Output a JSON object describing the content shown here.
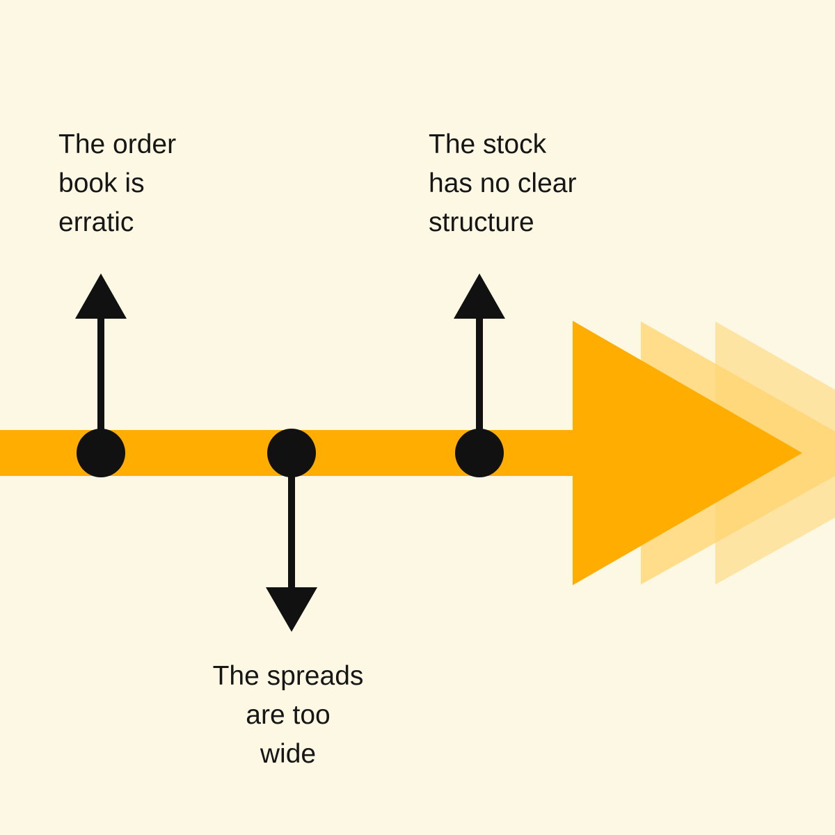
{
  "colors": {
    "background": "#FDF8E4",
    "timeline": "#FFAD00",
    "chevron_light": "#FFD46E",
    "markers": "#111111",
    "text": "#161616"
  },
  "labels": {
    "order_book": {
      "line1": "The order",
      "line2": "book is",
      "line3": "erratic"
    },
    "spreads": {
      "line1": "The spreads",
      "line2": "are too",
      "line3": "wide"
    },
    "stock_structure": {
      "line1": "The stock",
      "line2": "has no clear",
      "line3": "structure"
    }
  }
}
